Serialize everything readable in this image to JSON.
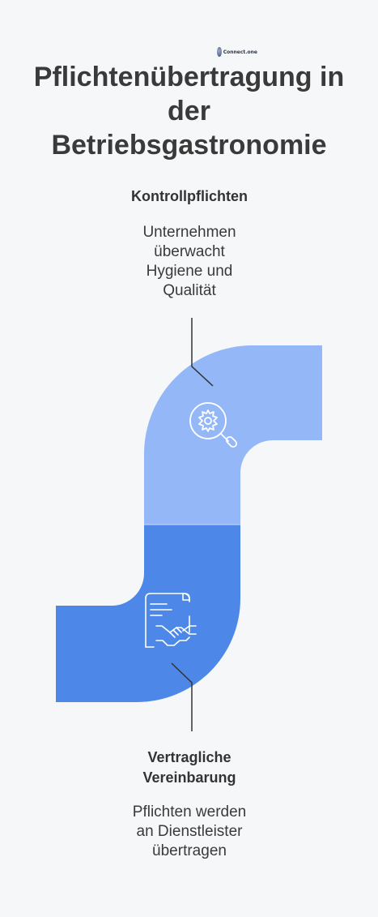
{
  "title_lines": [
    "Pflichtenübertragung in",
    "der",
    "Betriebsgastronomie"
  ],
  "logo_text": "Connect.one",
  "steps": [
    {
      "label": "Kontrollpflichten",
      "description_lines": [
        "Unternehmen",
        "überwacht",
        "Hygiene und",
        "Qualität"
      ],
      "icon": "magnifier-gear-icon",
      "color": "#93b7f7"
    },
    {
      "label_lines": [
        "Vertragliche",
        "Vereinbarung"
      ],
      "description_lines": [
        "Pflichten werden",
        "an Dienstleister",
        "übertragen"
      ],
      "icon": "contract-handshake-icon",
      "color": "#4d88e8"
    }
  ]
}
